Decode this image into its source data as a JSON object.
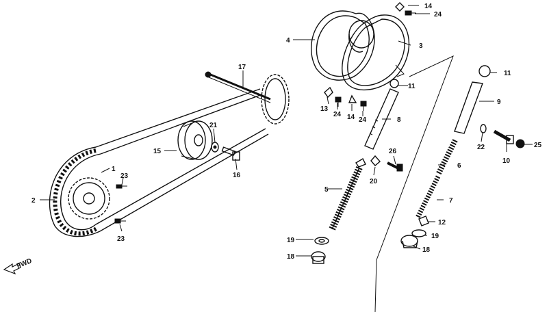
{
  "diagram": {
    "labels": {
      "l1": "1",
      "l2": "2",
      "l3": "3",
      "l4": "4",
      "l5": "5",
      "l6": "6",
      "l7": "7",
      "l8": "8",
      "l9": "9",
      "l10": "10",
      "l11a": "11",
      "l11b": "11",
      "l12": "12",
      "l13": "13",
      "l14a": "14",
      "l14b": "14",
      "l15": "15",
      "l16": "16",
      "l17": "17",
      "l18a": "18",
      "l18b": "18",
      "l19a": "19",
      "l19b": "19",
      "l20": "20",
      "l21": "21",
      "l22": "22",
      "l23a": "23",
      "l23b": "23",
      "l24a": "24",
      "l24b": "24",
      "l24c": "24",
      "l25": "25",
      "l26": "26"
    },
    "fwd_label": "FWD"
  }
}
